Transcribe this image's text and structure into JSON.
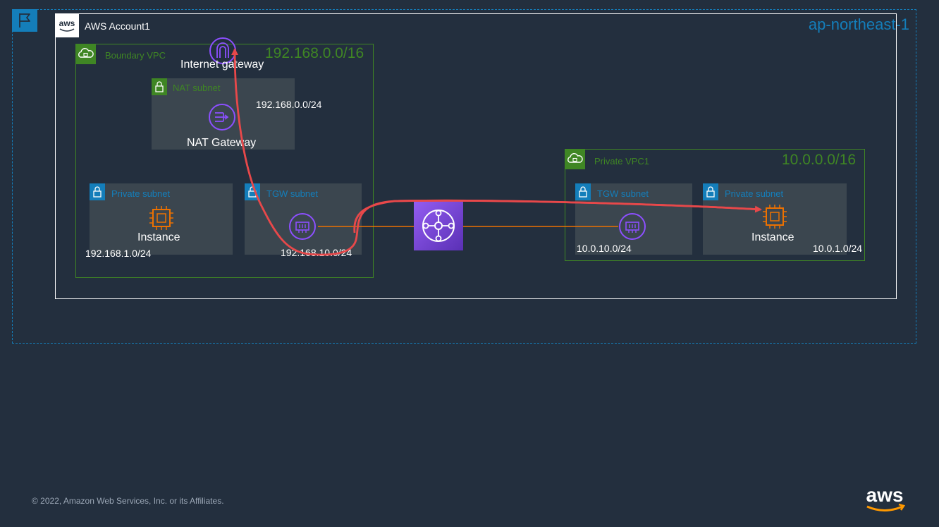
{
  "region": {
    "label": "ap-northeast-1",
    "color": "#147eba",
    "icon": "region-flag-icon"
  },
  "account": {
    "label": "AWS Account1",
    "icon": "aws-badge-icon",
    "badge_text": "aws"
  },
  "boundary_vpc": {
    "name": "Boundary VPC",
    "cidr": "192.168.0.0/16",
    "internet_gateway": {
      "label": "Internet gateway",
      "icon": "internet-gateway-icon"
    },
    "nat_subnet": {
      "name": "NAT subnet",
      "cidr": "192.168.0.0/24",
      "nat_gateway": {
        "label": "NAT Gateway",
        "icon": "nat-gateway-icon"
      }
    },
    "private_subnet": {
      "name": "Private subnet",
      "cidr": "192.168.1.0/24",
      "instance": {
        "label": "Instance",
        "icon": "ec2-instance-icon"
      }
    },
    "tgw_subnet": {
      "name": "TGW subnet",
      "cidr": "192.168.10.0/24",
      "attachment_icon": "tgw-attachment-icon"
    }
  },
  "transit_gateway": {
    "icon": "transit-gateway-icon"
  },
  "private_vpc1": {
    "name": "Private VPC1",
    "cidr": "10.0.0.0/16",
    "tgw_subnet": {
      "name": "TGW subnet",
      "cidr": "10.0.10.0/24",
      "attachment_icon": "tgw-attachment-icon"
    },
    "private_subnet": {
      "name": "Private subnet",
      "cidr": "10.0.1.0/24",
      "instance": {
        "label": "Instance",
        "icon": "ec2-instance-icon"
      }
    }
  },
  "colors": {
    "background": "#232f3e",
    "vpc_green": "#3f8624",
    "region_blue": "#147eba",
    "flow_red": "#e8484a",
    "connector_orange": "#ed7100",
    "gateway_purple": "#8c4fff"
  },
  "footer": {
    "copyright": "© 2022, Amazon Web Services, Inc. or its Affiliates.",
    "logo_text": "aws"
  }
}
